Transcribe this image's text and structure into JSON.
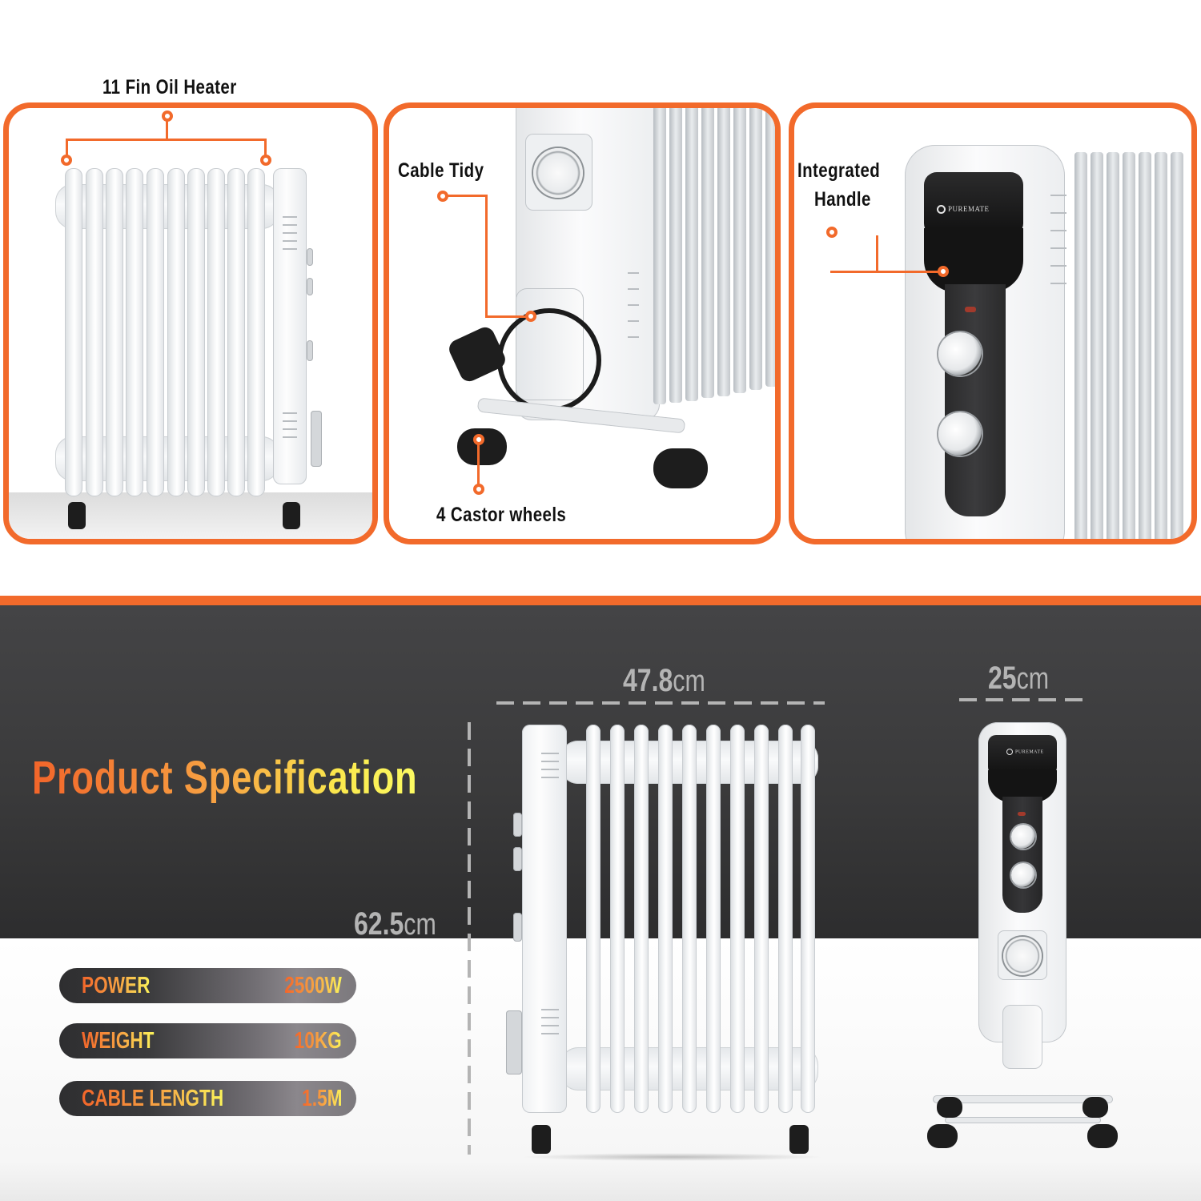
{
  "top_panels": [
    {
      "id": "front-view",
      "callouts": [
        {
          "label": "11 Fin Oil Heater",
          "target": "fins"
        }
      ]
    },
    {
      "id": "cable-wheels-closeup",
      "callouts": [
        {
          "label": "Cable Tidy",
          "target": "cable-hook"
        },
        {
          "label": "4 Castor wheels",
          "target": "wheel"
        }
      ]
    },
    {
      "id": "handle-closeup",
      "callouts": [
        {
          "label_line1": "Integrated",
          "label_line2": "Handle",
          "target": "handle"
        }
      ],
      "brand": "PUREMATE"
    }
  ],
  "specification": {
    "title": "Product Specification",
    "dimensions": {
      "width": {
        "value": "47.8",
        "unit": "cm"
      },
      "depth": {
        "value": "25",
        "unit": "cm"
      },
      "height": {
        "value": "62.5",
        "unit": "cm"
      }
    },
    "rows": [
      {
        "key": "POWER",
        "value": "2500W"
      },
      {
        "key": "WEIGHT",
        "value": "10KG"
      },
      {
        "key": "CABLE LENGTH",
        "value": "1.5M"
      }
    ],
    "brand": "PUREMATE"
  },
  "colors": {
    "accent_orange": "#f26a2b",
    "dark_band": "#3a3a3b",
    "gradient_yellow": "#fcf45a",
    "dimension_grey": "#b4b4b4"
  }
}
